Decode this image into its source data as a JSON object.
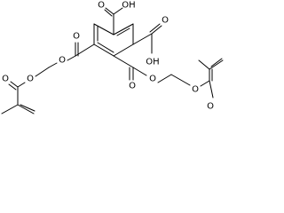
{
  "structure": {
    "atoms": {
      "oh_top": "OH",
      "oh_right": "OH",
      "o_carboxyl_top": "O",
      "o_carboxyl_right": "O",
      "o_ester_left_carbonyl": "O",
      "o_ester_left_link": "O",
      "o_ester_left_chain": "O",
      "o_meth_left_carbonyl": "O",
      "o_ester_right_carbonyl": "O",
      "o_ester_right_link": "O",
      "o_ester_right_chain": "O",
      "o_meth_right_carbonyl": "O"
    },
    "colors": {
      "bond": "#000000",
      "text": "#000000",
      "background": "#ffffff"
    }
  }
}
